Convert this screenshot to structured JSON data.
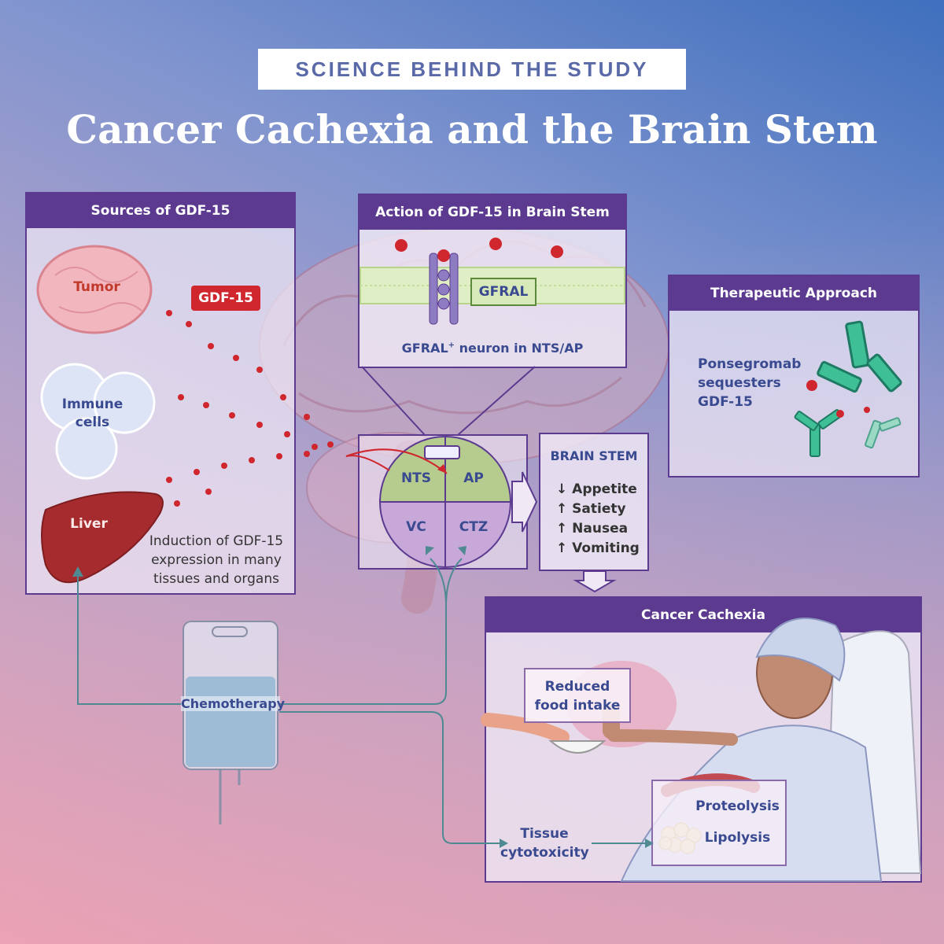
{
  "header": {
    "banner": "SCIENCE BEHIND THE STUDY",
    "title": "Cancer Cachexia and the Brain Stem"
  },
  "sources": {
    "heading": "Sources of GDF-15",
    "tumor": "Tumor",
    "gdf_badge": "GDF-15",
    "immune_line1": "Immune",
    "immune_line2": "cells",
    "liver": "Liver",
    "induction": [
      "Induction of GDF-15",
      "expression in many",
      "tissues and organs"
    ]
  },
  "action": {
    "heading": "Action of GDF-15 in Brain Stem",
    "receptor": "GFRAL",
    "neuron_prefix": "GFRAL",
    "neuron_sup": "+",
    "neuron_suffix": " neuron in NTS/AP"
  },
  "brainstem_regions": {
    "nts": "NTS",
    "ap": "AP",
    "vc": "VC",
    "ctz": "CTZ"
  },
  "brainstem_effects": {
    "heading": "BRAIN STEM",
    "items": [
      {
        "arrow": "↓",
        "text": "Appetite"
      },
      {
        "arrow": "↑",
        "text": "Satiety"
      },
      {
        "arrow": "↑",
        "text": "Nausea"
      },
      {
        "arrow": "↑",
        "text": "Vomiting"
      }
    ]
  },
  "therapeutic": {
    "heading": "Therapeutic Approach",
    "lines": [
      "Ponsegromab",
      "sequesters",
      "GDF-15"
    ]
  },
  "cachexia": {
    "heading": "Cancer Cachexia",
    "reduced": [
      "Reduced",
      "food intake"
    ],
    "proteolysis": "Proteolysis",
    "lipolysis": "Lipolysis"
  },
  "chemo": {
    "label": "Chemotherapy",
    "tissue": [
      "Tissue",
      "cytotoxicity"
    ]
  },
  "colors": {
    "panel_header": "#5b3a8f",
    "label_blue": "#3a4a90",
    "gdf_red": "#d0262e",
    "green_region": "#b5cc8e",
    "purple_region": "#c7a8d8"
  }
}
